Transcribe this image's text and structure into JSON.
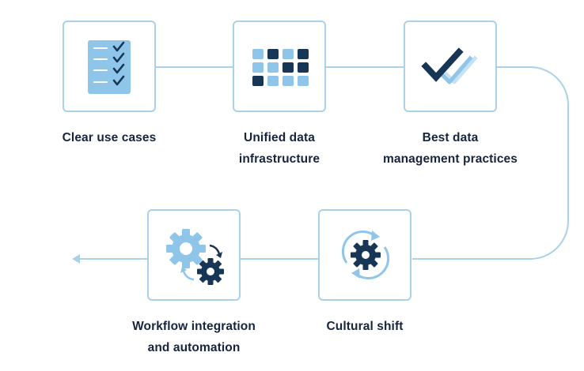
{
  "steps": [
    {
      "icon": "checklist-icon",
      "label_lines": [
        "Clear use cases"
      ]
    },
    {
      "icon": "data-grid-icon",
      "label_lines": [
        "Unified data",
        "infrastructure"
      ]
    },
    {
      "icon": "double-checkmark-icon",
      "label_lines": [
        "Best data",
        "management practices"
      ]
    },
    {
      "icon": "rotating-gear-icon",
      "label_lines": [
        "Cultural shift"
      ]
    },
    {
      "icon": "gears-automation-icon",
      "label_lines": [
        "Workflow integration",
        "and automation"
      ]
    }
  ],
  "colors": {
    "navy": "#173656",
    "light_blue": "#8ec5e8",
    "pale_blue": "#c7e2f3",
    "card_border": "#a9d1e8",
    "line": "#a9d1e8",
    "text": "#16253d"
  }
}
